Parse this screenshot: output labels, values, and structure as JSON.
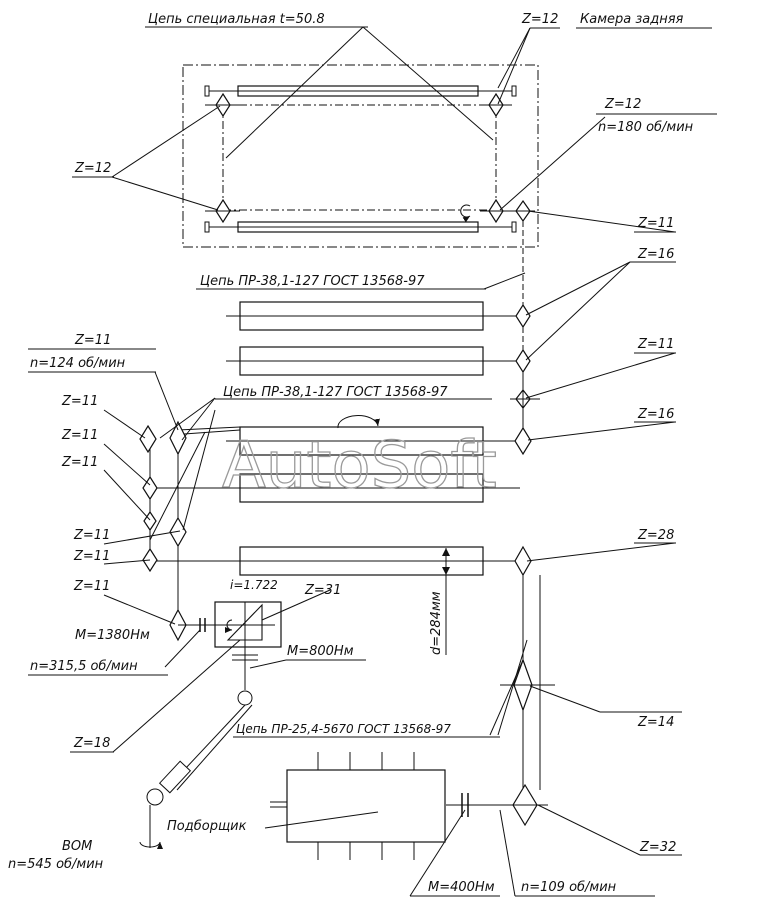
{
  "labels": {
    "chain_special": "Цепь специальная t=50.8",
    "z12_top": "Z=12",
    "rear_chamber": "Камера задняя",
    "z12_right": "Z=12",
    "n180": "n=180 об/мин",
    "z12_left": "Z=12",
    "z11_a": "Z=11",
    "chain_pr38_a": "Цепь ПР-38,1-127 ГОСТ 13568-97",
    "z16_a": "Z=16",
    "z11_b": "Z=11",
    "n124": "n=124 об/мин",
    "chain_pr38_b": "Цепь ПР-38,1-127 ГОСТ 13568-97",
    "z11_c": "Z=11",
    "z16_b": "Z=16",
    "z11_d": "Z=11",
    "z11_e": "Z=11",
    "z11_f": "Z=11",
    "z11_g": "Z=11",
    "z28": "Z=28",
    "z11_h": "Z=11",
    "i_ratio": "i=1.722",
    "z31": "Z=31",
    "m1380": "M=1380Нм",
    "m800": "M=800Нм",
    "n315": "n=315,5 об/мин",
    "d284": "d=284мм",
    "z18": "Z=18",
    "z14": "Z=14",
    "chain_pr25": "Цепь ПР-25,4-5670 ГОСТ 13568-97",
    "pickup": "Подборщик",
    "vom": "ВОМ",
    "n545": "n=545 об/мин",
    "z32": "Z=32",
    "m400": "M=400Нм",
    "n109": "n=109 об/мин",
    "watermark": "AutoSoft"
  }
}
